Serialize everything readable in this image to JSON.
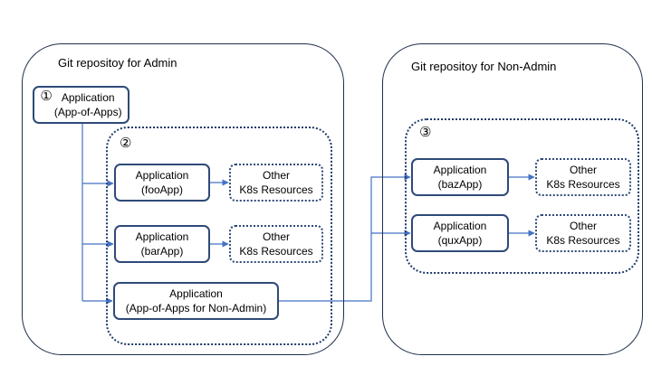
{
  "admin_repo": {
    "title": "Git repositoy for Admin",
    "root_app": {
      "number": "①",
      "line1": "Application",
      "line2": "(App-of-Apps)"
    },
    "group": {
      "number": "②",
      "apps": [
        {
          "line1": "Application",
          "line2": "(fooApp)",
          "resource1": "Other",
          "resource2": "K8s Resources"
        },
        {
          "line1": "Application",
          "line2": "(barApp)",
          "resource1": "Other",
          "resource2": "K8s Resources"
        },
        {
          "line1": "Application",
          "line2": "(App-of-Apps for Non-Admin)"
        }
      ]
    }
  },
  "nonadmin_repo": {
    "title": "Git repositoy for Non-Admin",
    "group": {
      "number": "③",
      "apps": [
        {
          "line1": "Application",
          "line2": "(bazApp)",
          "resource1": "Other",
          "resource2": "K8s Resources"
        },
        {
          "line1": "Application",
          "line2": "(quxApp)",
          "resource1": "Other",
          "resource2": "K8s Resources"
        }
      ]
    }
  },
  "colors": {
    "border": "#2e4a78",
    "arrow": "#4472c4"
  }
}
